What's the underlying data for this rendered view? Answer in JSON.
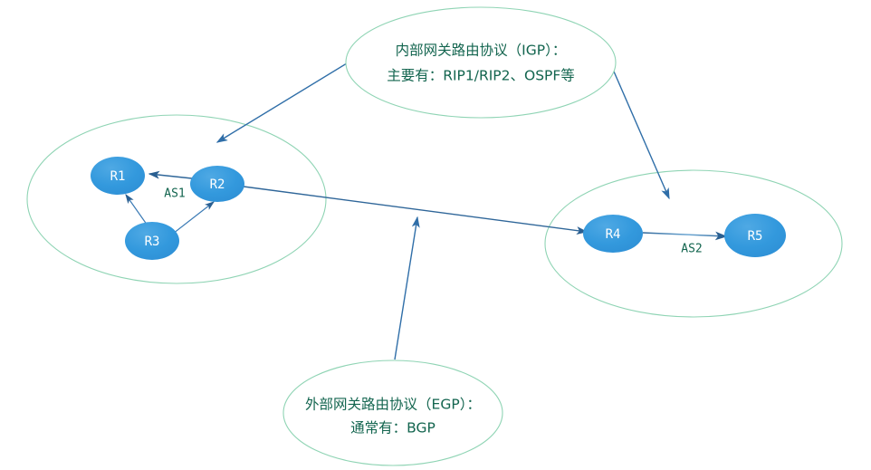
{
  "diagram": {
    "title_domain": "network-routing-protocol-diagram",
    "colors": {
      "router_fill": "#3399dd",
      "router_fill_light": "#49a7e3",
      "as_ellipse_stroke": "#8fd4b4",
      "callout_text": "#13654f",
      "link_arrow": "#2f6699",
      "background": "#ffffff"
    },
    "autonomous_systems": [
      {
        "id": "as1",
        "label": "AS1"
      },
      {
        "id": "as2",
        "label": "AS2"
      }
    ],
    "routers": [
      {
        "id": "r1",
        "label": "R1"
      },
      {
        "id": "r2",
        "label": "R2"
      },
      {
        "id": "r3",
        "label": "R3"
      },
      {
        "id": "r4",
        "label": "R4"
      },
      {
        "id": "r5",
        "label": "R5"
      }
    ],
    "callouts": [
      {
        "id": "igp",
        "line1": "内部网关路由协议（IGP）：",
        "line2": "主要有：RIP1/RIP2、OSPF等"
      },
      {
        "id": "egp",
        "line1": "外部网关路由协议（EGP）：",
        "line2": "通常有：BGP"
      }
    ],
    "links": [
      {
        "id": "r2-r1",
        "from": "R2",
        "to": "R1",
        "directed": true
      },
      {
        "id": "r3-r1",
        "from": "R3",
        "to": "R1",
        "directed": true
      },
      {
        "id": "r3-r2",
        "from": "R3",
        "to": "R2",
        "directed": true
      },
      {
        "id": "r2-r4",
        "from": "R2",
        "to": "R4",
        "directed": true
      },
      {
        "id": "r4-r5",
        "from": "R4",
        "to": "R5",
        "directed": true
      }
    ],
    "callout_pointers": [
      {
        "id": "igp-to-as1",
        "from": "igp",
        "to": "as1"
      },
      {
        "id": "igp-to-as2",
        "from": "igp",
        "to": "as2"
      },
      {
        "id": "egp-to-interas-link",
        "from": "egp",
        "to": "r2-r4"
      }
    ]
  }
}
